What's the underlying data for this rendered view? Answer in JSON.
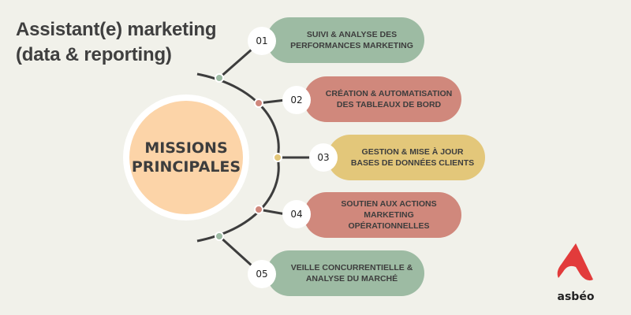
{
  "title": {
    "line1": "Assistant(e) marketing",
    "line2": "(data & reporting)"
  },
  "center": {
    "line1": "MISSIONS",
    "line2": "PRINCIPALES"
  },
  "missions": [
    {
      "number": "01",
      "label": "Suivi & analyse des performances marketing",
      "color": "#9dbba3"
    },
    {
      "number": "02",
      "label": "Création & automatisation des tableaux de bord",
      "color": "#d0887c"
    },
    {
      "number": "03",
      "label": "Gestion & mise à jour bases de données clients",
      "color": "#e3c77a"
    },
    {
      "number": "04",
      "label": "Soutien aux actions marketing opérationnelles",
      "color": "#d0887c"
    },
    {
      "number": "05",
      "label": "Veille concurrentielle & analyse du marché",
      "color": "#9dbba3"
    }
  ],
  "logo": {
    "text": "asbéo",
    "color": "#e23b3b"
  }
}
